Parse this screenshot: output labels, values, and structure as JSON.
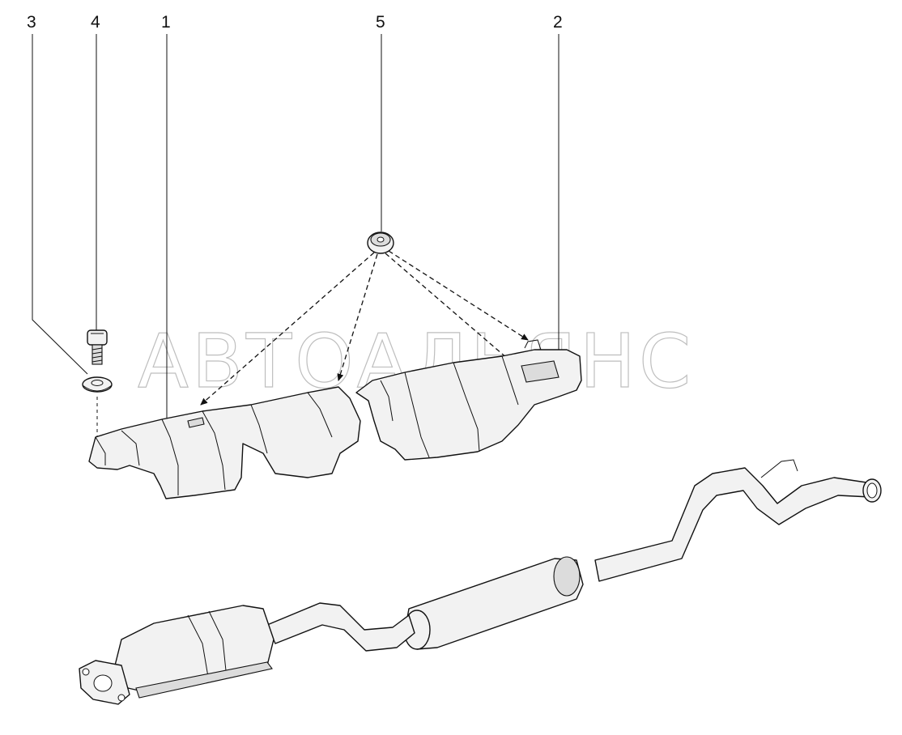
{
  "callouts": {
    "c1": "1",
    "c2": "2",
    "c3": "3",
    "c4": "4",
    "c5": "5"
  },
  "watermark": "АВТОАЛЬЯНС",
  "parts": [
    {
      "ref": "1",
      "name": "front-heat-shield"
    },
    {
      "ref": "2",
      "name": "rear-heat-shield"
    },
    {
      "ref": "3",
      "name": "washer"
    },
    {
      "ref": "4",
      "name": "bolt"
    },
    {
      "ref": "5",
      "name": "nut"
    }
  ]
}
